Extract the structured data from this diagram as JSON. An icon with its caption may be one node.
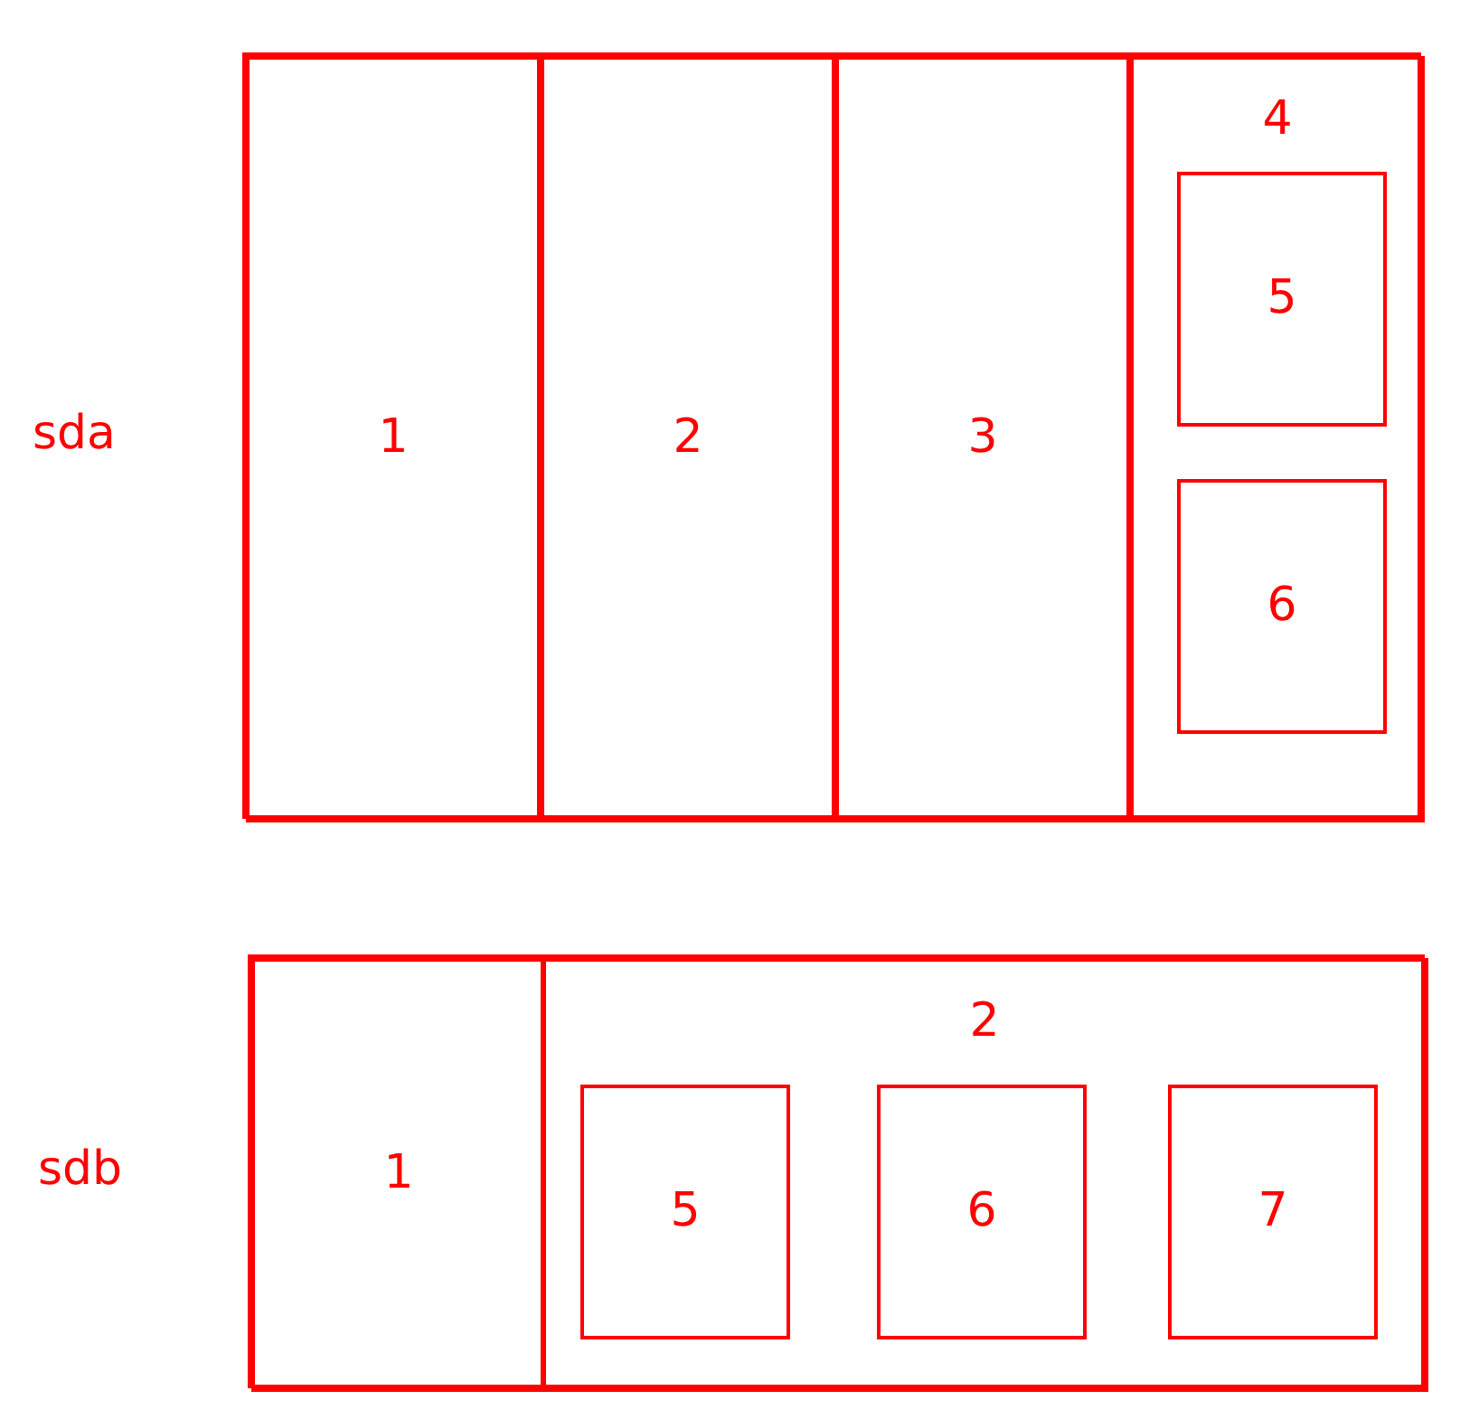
{
  "diagram": {
    "nodes": [
      {
        "text": [
          "sda"
        ]
      },
      {
        "text": [
          "1"
        ],
        "in": 0
      },
      {
        "text": [
          "2"
        ],
        "in": 0
      },
      {
        "text": [
          "3"
        ],
        "in": 0
      },
      {
        "text": [
          "4"
        ],
        "in": 0
      },
      {
        "text": [
          "5"
        ],
        "in": 4
      },
      {
        "text": [
          "6"
        ],
        "in": 4
      },
      {
        "text": [
          "sdb"
        ]
      },
      {
        "text": [
          "1"
        ],
        "in": 7
      },
      {
        "text": [
          "2"
        ],
        "in": 7
      },
      {
        "text": [
          "5"
        ],
        "in": 9
      },
      {
        "text": [
          "6"
        ],
        "in": 9
      },
      {
        "text": [
          "7"
        ],
        "in": 9
      }
    ]
  }
}
